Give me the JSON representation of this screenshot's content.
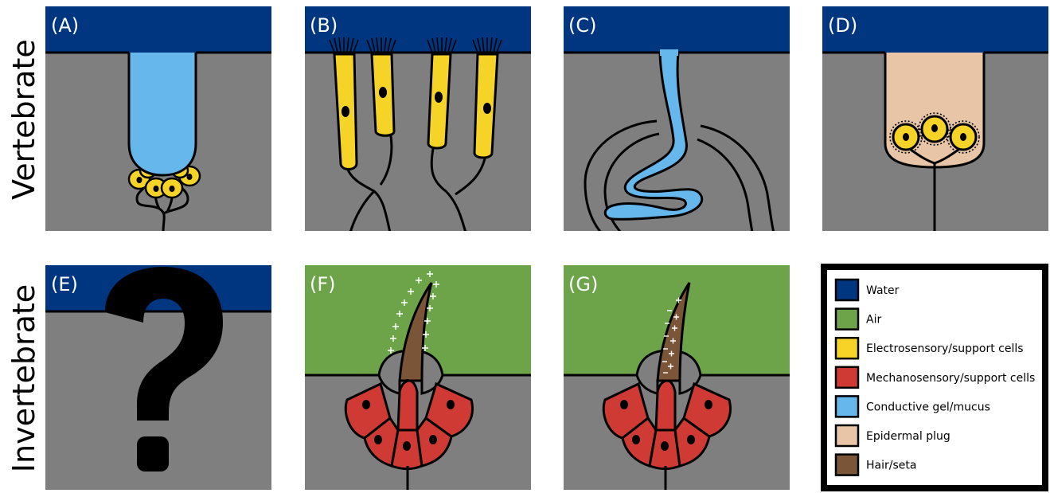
{
  "rows": {
    "vertebrate": "Vertebrate",
    "invertebrate": "Invertebrate"
  },
  "panels": {
    "A": "(A)",
    "B": "(B)",
    "C": "(C)",
    "D": "(D)",
    "E": "(E)",
    "F": "(F)",
    "G": "(G)"
  },
  "legend": [
    {
      "label": "Water",
      "color": "#003580"
    },
    {
      "label": "Air",
      "color": "#6da44a"
    },
    {
      "label": "Electrosensory/support cells",
      "color": "#f5d327"
    },
    {
      "label": "Mechanosensory/support cells",
      "color": "#d03a34"
    },
    {
      "label": "Conductive gel/mucus",
      "color": "#66b8ec"
    },
    {
      "label": "Epidermal plug",
      "color": "#e7c5a6"
    },
    {
      "label": "Hair/seta",
      "color": "#7a5537"
    }
  ],
  "colors": {
    "tissue": "#7f7f7f",
    "water": "#003580",
    "air": "#6da44a",
    "electro": "#f5d327",
    "mechano": "#d03a34",
    "gel": "#66b8ec",
    "plug": "#e7c5a6",
    "hair": "#7a5537"
  }
}
